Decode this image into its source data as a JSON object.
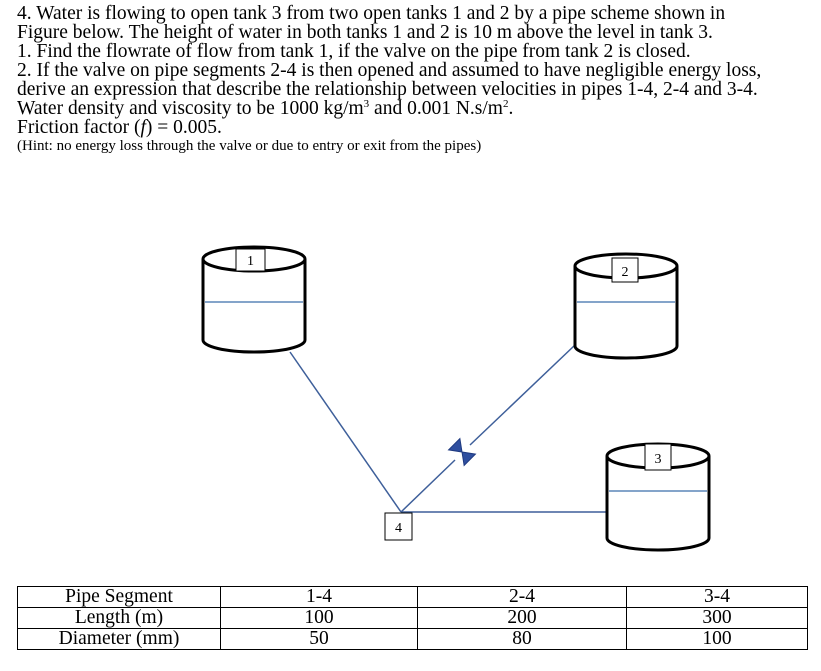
{
  "problem": {
    "line1": "4. Water is flowing to open tank 3 from two open tanks 1 and 2 by a pipe scheme shown in",
    "line2": "Figure below. The height of water in both tanks 1 and 2 is 10 m above the level in tank 3.",
    "line3": "1. Find the flowrate of flow from tank 1, if the valve on the pipe from tank 2 is closed.",
    "line4": "2. If the valve on pipe segments 2-4 is then opened and assumed to have negligible energy loss,",
    "line5": "derive an expression that describe the relationship between velocities in pipes 1-4, 2-4 and 3-4.",
    "line6_prefix": "Water density and viscosity to be 1000 kg/m",
    "line6_sup1": "3",
    "line6_mid": " and 0.001 N.s/m",
    "line6_sup2": "2",
    "line6_suffix": ".",
    "line7_prefix": "Friction factor (",
    "line7_symbol": "f",
    "line7_suffix": ") = 0.005.",
    "hint": "(Hint: no energy loss through the valve or due to entry or exit from the pipes)"
  },
  "figure": {
    "tank1_label": "1",
    "tank2_label": "2",
    "tank3_label": "3",
    "junction_label": "4",
    "water_line_color": "#5b86b8",
    "pipe_color": "#3e5f9a",
    "valve_color": "#2f4f9f"
  },
  "table": {
    "rows": [
      [
        "Pipe Segment",
        "1-4",
        "2-4",
        "3-4"
      ],
      [
        "Length (m)",
        "100",
        "200",
        "300"
      ],
      [
        "Diameter (mm)",
        "50",
        "80",
        "100"
      ]
    ]
  }
}
